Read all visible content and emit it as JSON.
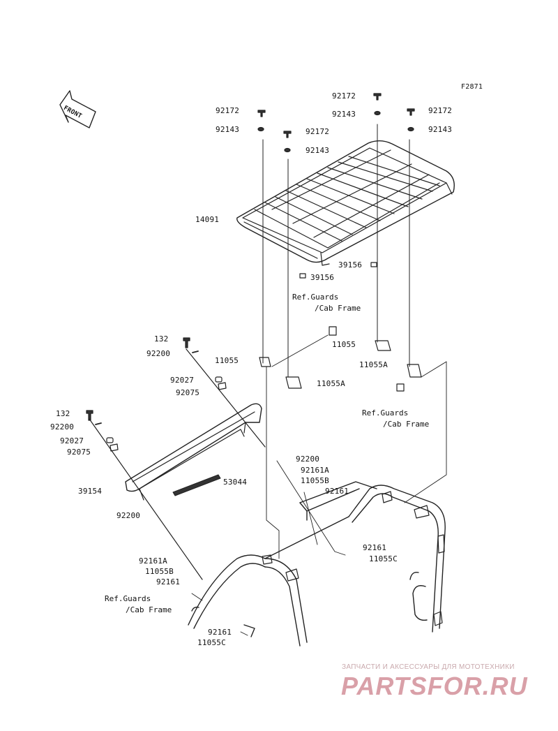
{
  "figure_code": "F2871",
  "front_label": "FRONT",
  "callouts": {
    "p92172_a": "92172",
    "p92143_a": "92143",
    "p92172_b": "92172",
    "p92143_b": "92143",
    "p92172_c": "92172",
    "p92143_c": "92143",
    "p92172_d": "92172",
    "p92143_d": "92143",
    "p14091": "14091",
    "p39156_a": "39156",
    "p39156_b": "39156",
    "p11055_a": "11055",
    "p11055_b": "11055",
    "p11055A_a": "11055A",
    "p11055A_b": "11055A",
    "p132_a": "132",
    "p92200_a": "92200",
    "p92027_a": "92027",
    "p92075_a": "92075",
    "p132_b": "132",
    "p92200_b": "92200",
    "p92027_b": "92027",
    "p92075_b": "92075",
    "p39154": "39154",
    "p53044": "53044",
    "p92200_c": "92200",
    "p92161A_a": "92161A",
    "p11055B_a": "11055B",
    "p92161_a": "92161",
    "p92200_d": "92200",
    "p92161A_b": "92161A",
    "p11055B_b": "11055B",
    "p92161_b": "92161",
    "p92161_c": "92161",
    "p11055C_a": "11055C",
    "p92161_d": "92161",
    "p11055C_b": "11055C"
  },
  "references": {
    "ref1_line1": "Ref.Guards",
    "ref1_line2": "/Cab Frame",
    "ref2_line1": "Ref.Guards",
    "ref2_line2": "/Cab Frame",
    "ref3_line1": "Ref.Guards",
    "ref3_line2": "/Cab Frame"
  },
  "watermark": {
    "tagline": "ЗАПЧАСТИ И АКСЕССУАРЫ ДЛЯ МОТОТЕХНИКИ",
    "brand": "PARTSFOR.RU"
  }
}
